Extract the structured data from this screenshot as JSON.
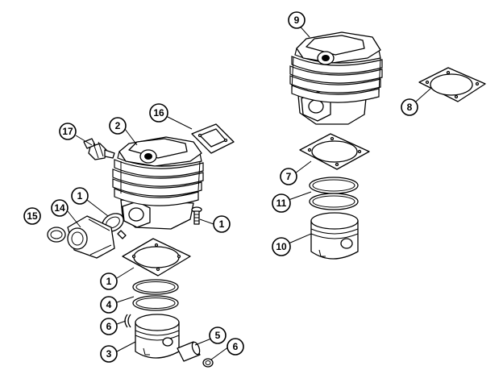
{
  "callouts": {
    "c1a": "1",
    "c1b": "1",
    "c1c": "1",
    "c2": "2",
    "c3": "3",
    "c4": "4",
    "c5": "5",
    "c6a": "6",
    "c6b": "6",
    "c7": "7",
    "c8": "8",
    "c9": "9",
    "c10": "10",
    "c11": "11",
    "c14": "14",
    "c15": "15",
    "c16": "16",
    "c17": "17"
  }
}
